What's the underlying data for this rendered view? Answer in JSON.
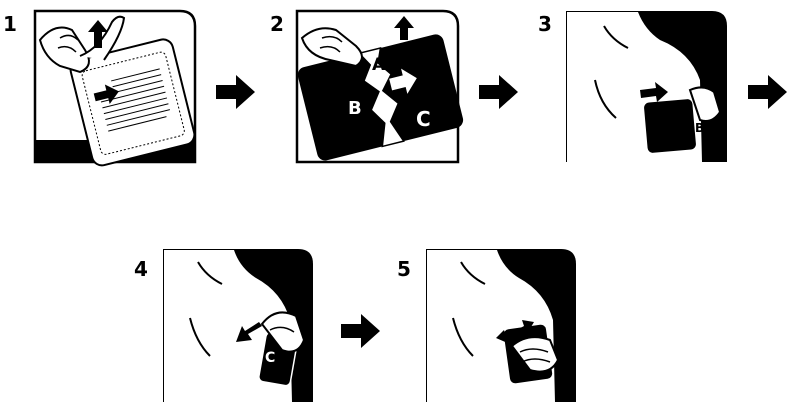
{
  "steps": [
    {
      "number": "1"
    },
    {
      "number": "2",
      "letters": [
        "A",
        "B",
        "C"
      ]
    },
    {
      "number": "3",
      "letters": [
        "B"
      ]
    },
    {
      "number": "4",
      "letters": [
        "C"
      ]
    },
    {
      "number": "5"
    }
  ],
  "colors": {
    "ink": "#000000",
    "paper": "#ffffff"
  },
  "icons": [
    "right-arrow-icon",
    "up-arrow-icon",
    "double-arrow-icon"
  ]
}
